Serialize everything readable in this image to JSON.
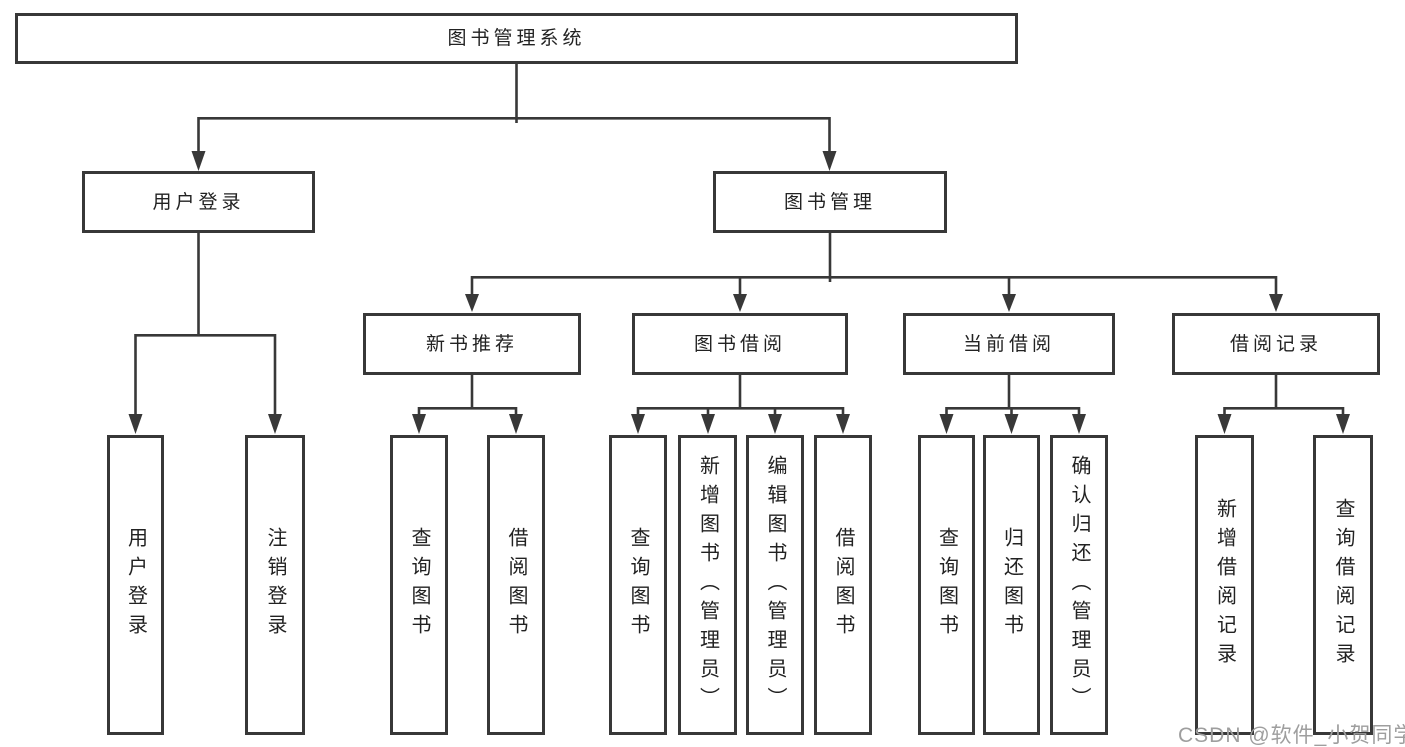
{
  "nodes": {
    "root": {
      "label": "图书管理系统"
    },
    "user_login": {
      "label": "用户登录"
    },
    "book_mgmt": {
      "label": "图书管理"
    },
    "new_book_rec": {
      "label": "新书推荐"
    },
    "book_borrow": {
      "label": "图书借阅"
    },
    "current_borrow": {
      "label": "当前借阅"
    },
    "borrow_record": {
      "label": "借阅记录"
    },
    "leaf_user_login": {
      "label": "用户登录"
    },
    "leaf_logout": {
      "label": "注销登录"
    },
    "leaf_query_book_1": {
      "label": "查询图书"
    },
    "leaf_borrow_book_1": {
      "label": "借阅图书"
    },
    "leaf_query_book_2": {
      "label": "查询图书"
    },
    "leaf_add_book": {
      "label": "新增图书（管理员）"
    },
    "leaf_edit_book": {
      "label": "编辑图书（管理员）"
    },
    "leaf_borrow_book_2": {
      "label": "借阅图书"
    },
    "leaf_query_book_3": {
      "label": "查询图书"
    },
    "leaf_return_book": {
      "label": "归还图书"
    },
    "leaf_confirm_return": {
      "label": "确认归还（管理员）"
    },
    "leaf_add_borrow_record": {
      "label": "新增借阅记录"
    },
    "leaf_query_borrow_record": {
      "label": "查询借阅记录"
    }
  },
  "watermark": {
    "text": "CSDN @软件_小贺同学"
  },
  "colors": {
    "line": "#383838",
    "text": "#222222",
    "watermark": "#9e9e9e",
    "background": "#ffffff"
  }
}
